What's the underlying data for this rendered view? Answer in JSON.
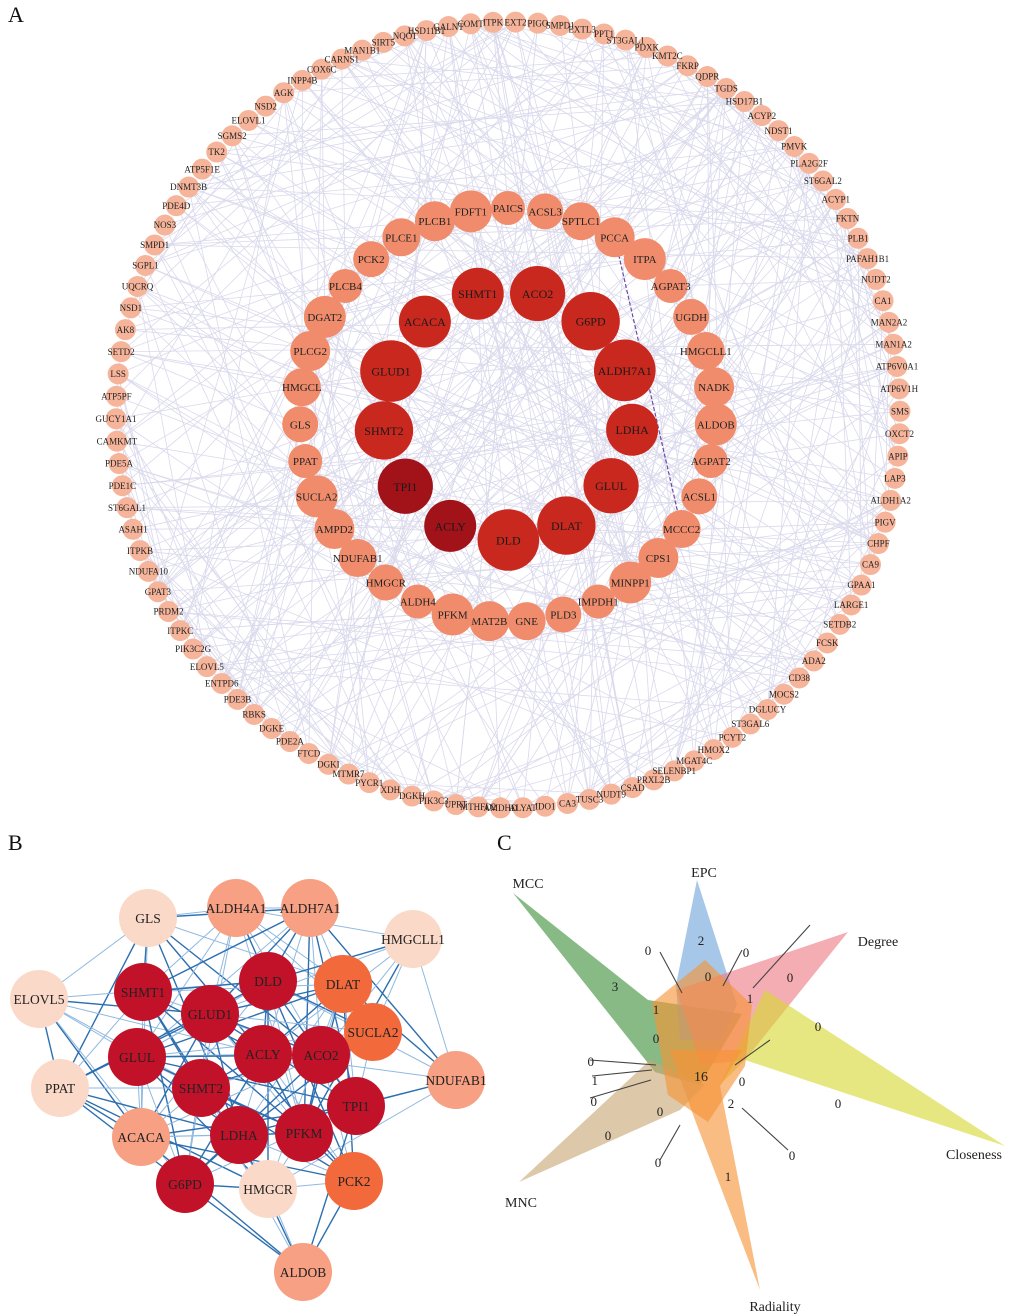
{
  "panel_labels": {
    "a": "A",
    "b": "B",
    "c": "C"
  },
  "colors": {
    "ring_outer": "#f6b49a",
    "ring_middle": "#f08c6c",
    "ring_inner": "#c8281e",
    "ring_inner_dark": "#a21219",
    "edge_light": "#dad9ec",
    "edge_highlight": "#6b49a6",
    "b_dark": "#c2122a",
    "b_orange": "#f26a3c",
    "b_salmon": "#f7a083",
    "b_pale": "#fbd9c8",
    "b_edge": "#2c6fb0",
    "venn_mcc": "#3f8f3a",
    "venn_epc": "#6fa5d8",
    "venn_degree": "#ef7a86",
    "venn_closeness": "#d6d832",
    "venn_radiality": "#f59336",
    "venn_mnc": "#c8a775"
  },
  "network_a": {
    "outer_ring": [
      "HSD11B1",
      "GALNT",
      "COMT",
      "ITPK",
      "EXT2",
      "PIGO",
      "SMPD1",
      "EXTL3",
      "PPT1",
      "ST3GAL1",
      "PDXK",
      "KMT2C",
      "FKRP",
      "QDPR",
      "TGDS",
      "HSD17B1",
      "ACYP2",
      "NDST1",
      "PMVK",
      "PLA2G2F",
      "ST6GAL2",
      "ACYP1",
      "FKTN",
      "PLB1",
      "PAFAH1B1",
      "NUDT2",
      "CA1",
      "MAN2A2",
      "MAN1A2",
      "ATP6V0A1",
      "ATP6V1H",
      "SMS",
      "OXCT2",
      "APIP",
      "LAP3",
      "ALDH1A2",
      "PIGV",
      "CHPF",
      "CA9",
      "GPAA1",
      "LARGE1",
      "SETDB2",
      "FCSK",
      "ADA2",
      "CD38",
      "MOCS2",
      "DGLUCY",
      "ST3GAL6",
      "PCYT2",
      "HMOX2",
      "MGAT4C",
      "SELENBP1",
      "PRXL2B",
      "CSAD",
      "NUDT9",
      "TUSC3",
      "CA3",
      "IDO1",
      "ALYAT",
      "AMDHD",
      "MTHFD2",
      "UPRT",
      "PIK3C3",
      "DGKH",
      "XDH",
      "PYCR1",
      "MTMR7",
      "DGKI",
      "FTCD",
      "PDE2A",
      "DGKE",
      "RBKS",
      "PDE3B",
      "ENTPD6",
      "ELOVL5",
      "PIK3C2G",
      "ITPKC",
      "PRDM2",
      "GPAT3",
      "NDUFA10",
      "ITPKB",
      "ASAH1",
      "ST6GAL1",
      "PDE1C",
      "PDE5A",
      "CAMKMT",
      "GUCY1A1",
      "ATP5PF",
      "LSS",
      "SETD2",
      "AK8",
      "NSD1",
      "UQCRQ",
      "SGPL1",
      "SMPD1",
      "NOS3",
      "PDE4D",
      "DNMT3B",
      "ATP5F1E",
      "TK2",
      "SGMS2",
      "ELOVL1",
      "NSD2",
      "AGK",
      "INPP4B",
      "COX6C",
      "CARNS1",
      "MAN1B1",
      "SIRT5",
      "NQO1"
    ],
    "middle_ring": [
      "PAICS",
      "ACSL3",
      "SPTLC1",
      "PCCA",
      "ITPA",
      "AGPAT3",
      "UGDH",
      "HMGCLL1",
      "NADK",
      "ALDOB",
      "AGPAT2",
      "ACSL1",
      "MCCC2",
      "CPS1",
      "MINPP1",
      "IMPDH1",
      "PLD3",
      "GNE",
      "MAT2B",
      "PFKM",
      "ALDH4",
      "HMGCR",
      "NDUFAB1",
      "AMPD2",
      "SUCLA2",
      "PPAT",
      "GLS",
      "HMGCL",
      "PLCG2",
      "DGAT2",
      "PLCB4",
      "PCK2",
      "PLCE1",
      "PLCB1",
      "FDFT1"
    ],
    "inner_ring": [
      "SHMT1",
      "ACO2",
      "G6PD",
      "ALDH7A1",
      "LDHA",
      "GLUL",
      "DLAT",
      "DLD",
      "ACLY",
      "TPI1",
      "SHMT2",
      "GLUD1",
      "ACACA"
    ]
  },
  "network_b": {
    "nodes": [
      {
        "label": "GLS",
        "shade": "pale"
      },
      {
        "label": "ALDH4A1",
        "shade": "salmon"
      },
      {
        "label": "ALDH7A1",
        "shade": "salmon"
      },
      {
        "label": "HMGCLL1",
        "shade": "pale"
      },
      {
        "label": "ELOVL5",
        "shade": "pale"
      },
      {
        "label": "SHMT1",
        "shade": "dark"
      },
      {
        "label": "DLD",
        "shade": "dark"
      },
      {
        "label": "DLAT",
        "shade": "orange"
      },
      {
        "label": "SUCLA2",
        "shade": "orange"
      },
      {
        "label": "GLUD1",
        "shade": "dark"
      },
      {
        "label": "GLUL",
        "shade": "dark"
      },
      {
        "label": "ACLY",
        "shade": "dark"
      },
      {
        "label": "ACO2",
        "shade": "dark"
      },
      {
        "label": "NDUFAB1",
        "shade": "salmon"
      },
      {
        "label": "PPAT",
        "shade": "pale"
      },
      {
        "label": "SHMT2",
        "shade": "dark"
      },
      {
        "label": "TPI1",
        "shade": "dark"
      },
      {
        "label": "ACACA",
        "shade": "salmon"
      },
      {
        "label": "LDHA",
        "shade": "dark"
      },
      {
        "label": "PFKM",
        "shade": "dark"
      },
      {
        "label": "PCK2",
        "shade": "orange"
      },
      {
        "label": "G6PD",
        "shade": "dark"
      },
      {
        "label": "HMGCR",
        "shade": "pale"
      },
      {
        "label": "ALDOB",
        "shade": "salmon"
      }
    ]
  },
  "venn_c": {
    "sets": [
      "MCC",
      "EPC",
      "Degree",
      "Closeness",
      "Radiality",
      "MNC"
    ],
    "counts": {
      "mcc_only": "3",
      "epc_only": "2",
      "degree_only": "0",
      "closeness_only": "0",
      "radiality_only": "1",
      "mnc_only": "0",
      "center": "16",
      "r_top_left": "0",
      "r_top_mid": "0",
      "r_top_right": "0",
      "r_right_1": "1",
      "r_right_2": "0",
      "r_mid_left_1": "1",
      "r_mid_left_2": "0",
      "r_center_right": "0",
      "r_bottom_right": "2",
      "r_bottom_right_2": "0",
      "r_left_1": "0",
      "r_left_2": "1",
      "r_left_3": "0",
      "r_bottom_mid": "0",
      "r_bottom_left": "0"
    }
  }
}
